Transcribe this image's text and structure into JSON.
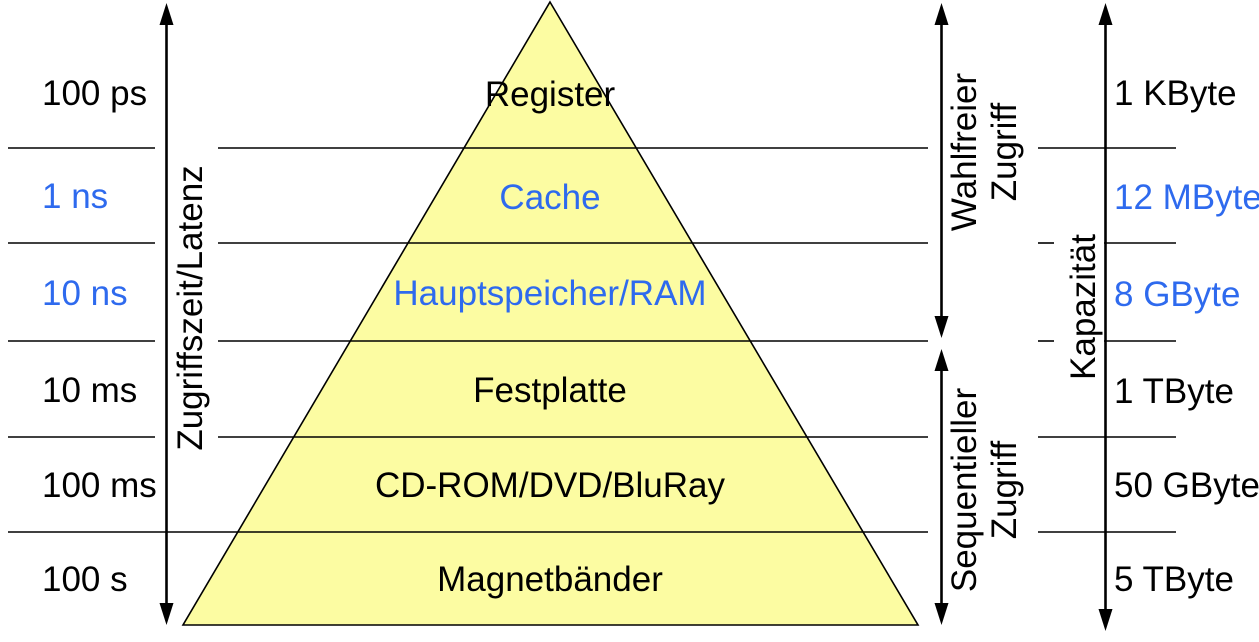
{
  "axes": {
    "latency_label": "Zugriffszeit/Latenz",
    "capacity_label": "Kapazität",
    "random_access": {
      "line1": "Wahlfreier",
      "line2": "Zugriff"
    },
    "sequential_access": {
      "line1": "Sequentieller",
      "line2": "Zugriff"
    }
  },
  "levels": [
    {
      "name": "Register",
      "access_time": "100 ps",
      "capacity": "1 KByte",
      "highlighted": false
    },
    {
      "name": "Cache",
      "access_time": "1 ns",
      "capacity": "12 MByte",
      "highlighted": true
    },
    {
      "name": "Hauptspeicher/RAM",
      "access_time": "10 ns",
      "capacity": "8 GByte",
      "highlighted": true
    },
    {
      "name": "Festplatte",
      "access_time": "10 ms",
      "capacity": "1 TByte",
      "highlighted": false
    },
    {
      "name": "CD-ROM/DVD/BluRay",
      "access_time": "100 ms",
      "capacity": "50 GByte",
      "highlighted": false
    },
    {
      "name": "Magnetbänder",
      "access_time": "100 s",
      "capacity": "5 TByte",
      "highlighted": false
    }
  ],
  "colors": {
    "highlight_blue": "#2E6AEE",
    "pyramid_fill": "#FCFCA2",
    "stroke": "#000000",
    "background": "#FFFFFF"
  }
}
